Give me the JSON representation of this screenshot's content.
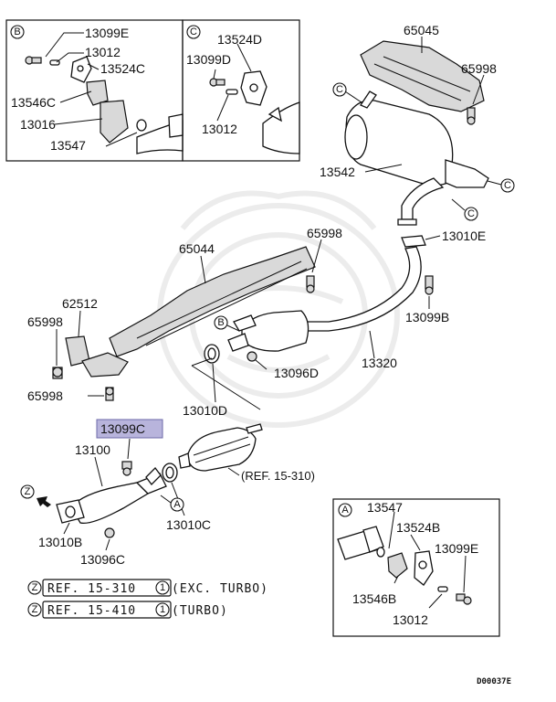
{
  "inset_b": {
    "tag": "B",
    "labels": [
      "13099E",
      "13012",
      "13524C",
      "13546C",
      "13016",
      "13547"
    ]
  },
  "inset_c": {
    "tag": "C",
    "labels": [
      "13524D",
      "13099D",
      "13012"
    ]
  },
  "inset_a": {
    "tag": "A",
    "labels": [
      "13547",
      "13524B",
      "13099E",
      "13546B",
      "13012"
    ]
  },
  "parts": {
    "p65045": "65045",
    "p65998_top": "65998",
    "p13542": "13542",
    "p13010E": "13010E",
    "p65044": "65044",
    "p65998_mid": "65998",
    "p62512": "62512",
    "p65998_left": "65998",
    "p65998_low": "65998",
    "p13099B": "13099B",
    "p13320": "13320",
    "p13096D": "13096D",
    "p13010D": "13010D",
    "p13099C": "13099C",
    "p13100": "13100",
    "p13010C": "13010C",
    "p13010B": "13010B",
    "p13096C": "13096C",
    "ref_cat": "(REF. 15-310)"
  },
  "callouts": {
    "A": "A",
    "B": "B",
    "C": "C",
    "Z": "Z"
  },
  "notes": [
    {
      "marker": "Z",
      "ref": "REF. 15-310",
      "num": "1",
      "text": "(EXC. TURBO)"
    },
    {
      "marker": "Z",
      "ref": "REF. 15-410",
      "num": "1",
      "text": "(TURBO)"
    }
  ],
  "diagram_code": "D00037E",
  "highlight_color": "#b8b4dc"
}
